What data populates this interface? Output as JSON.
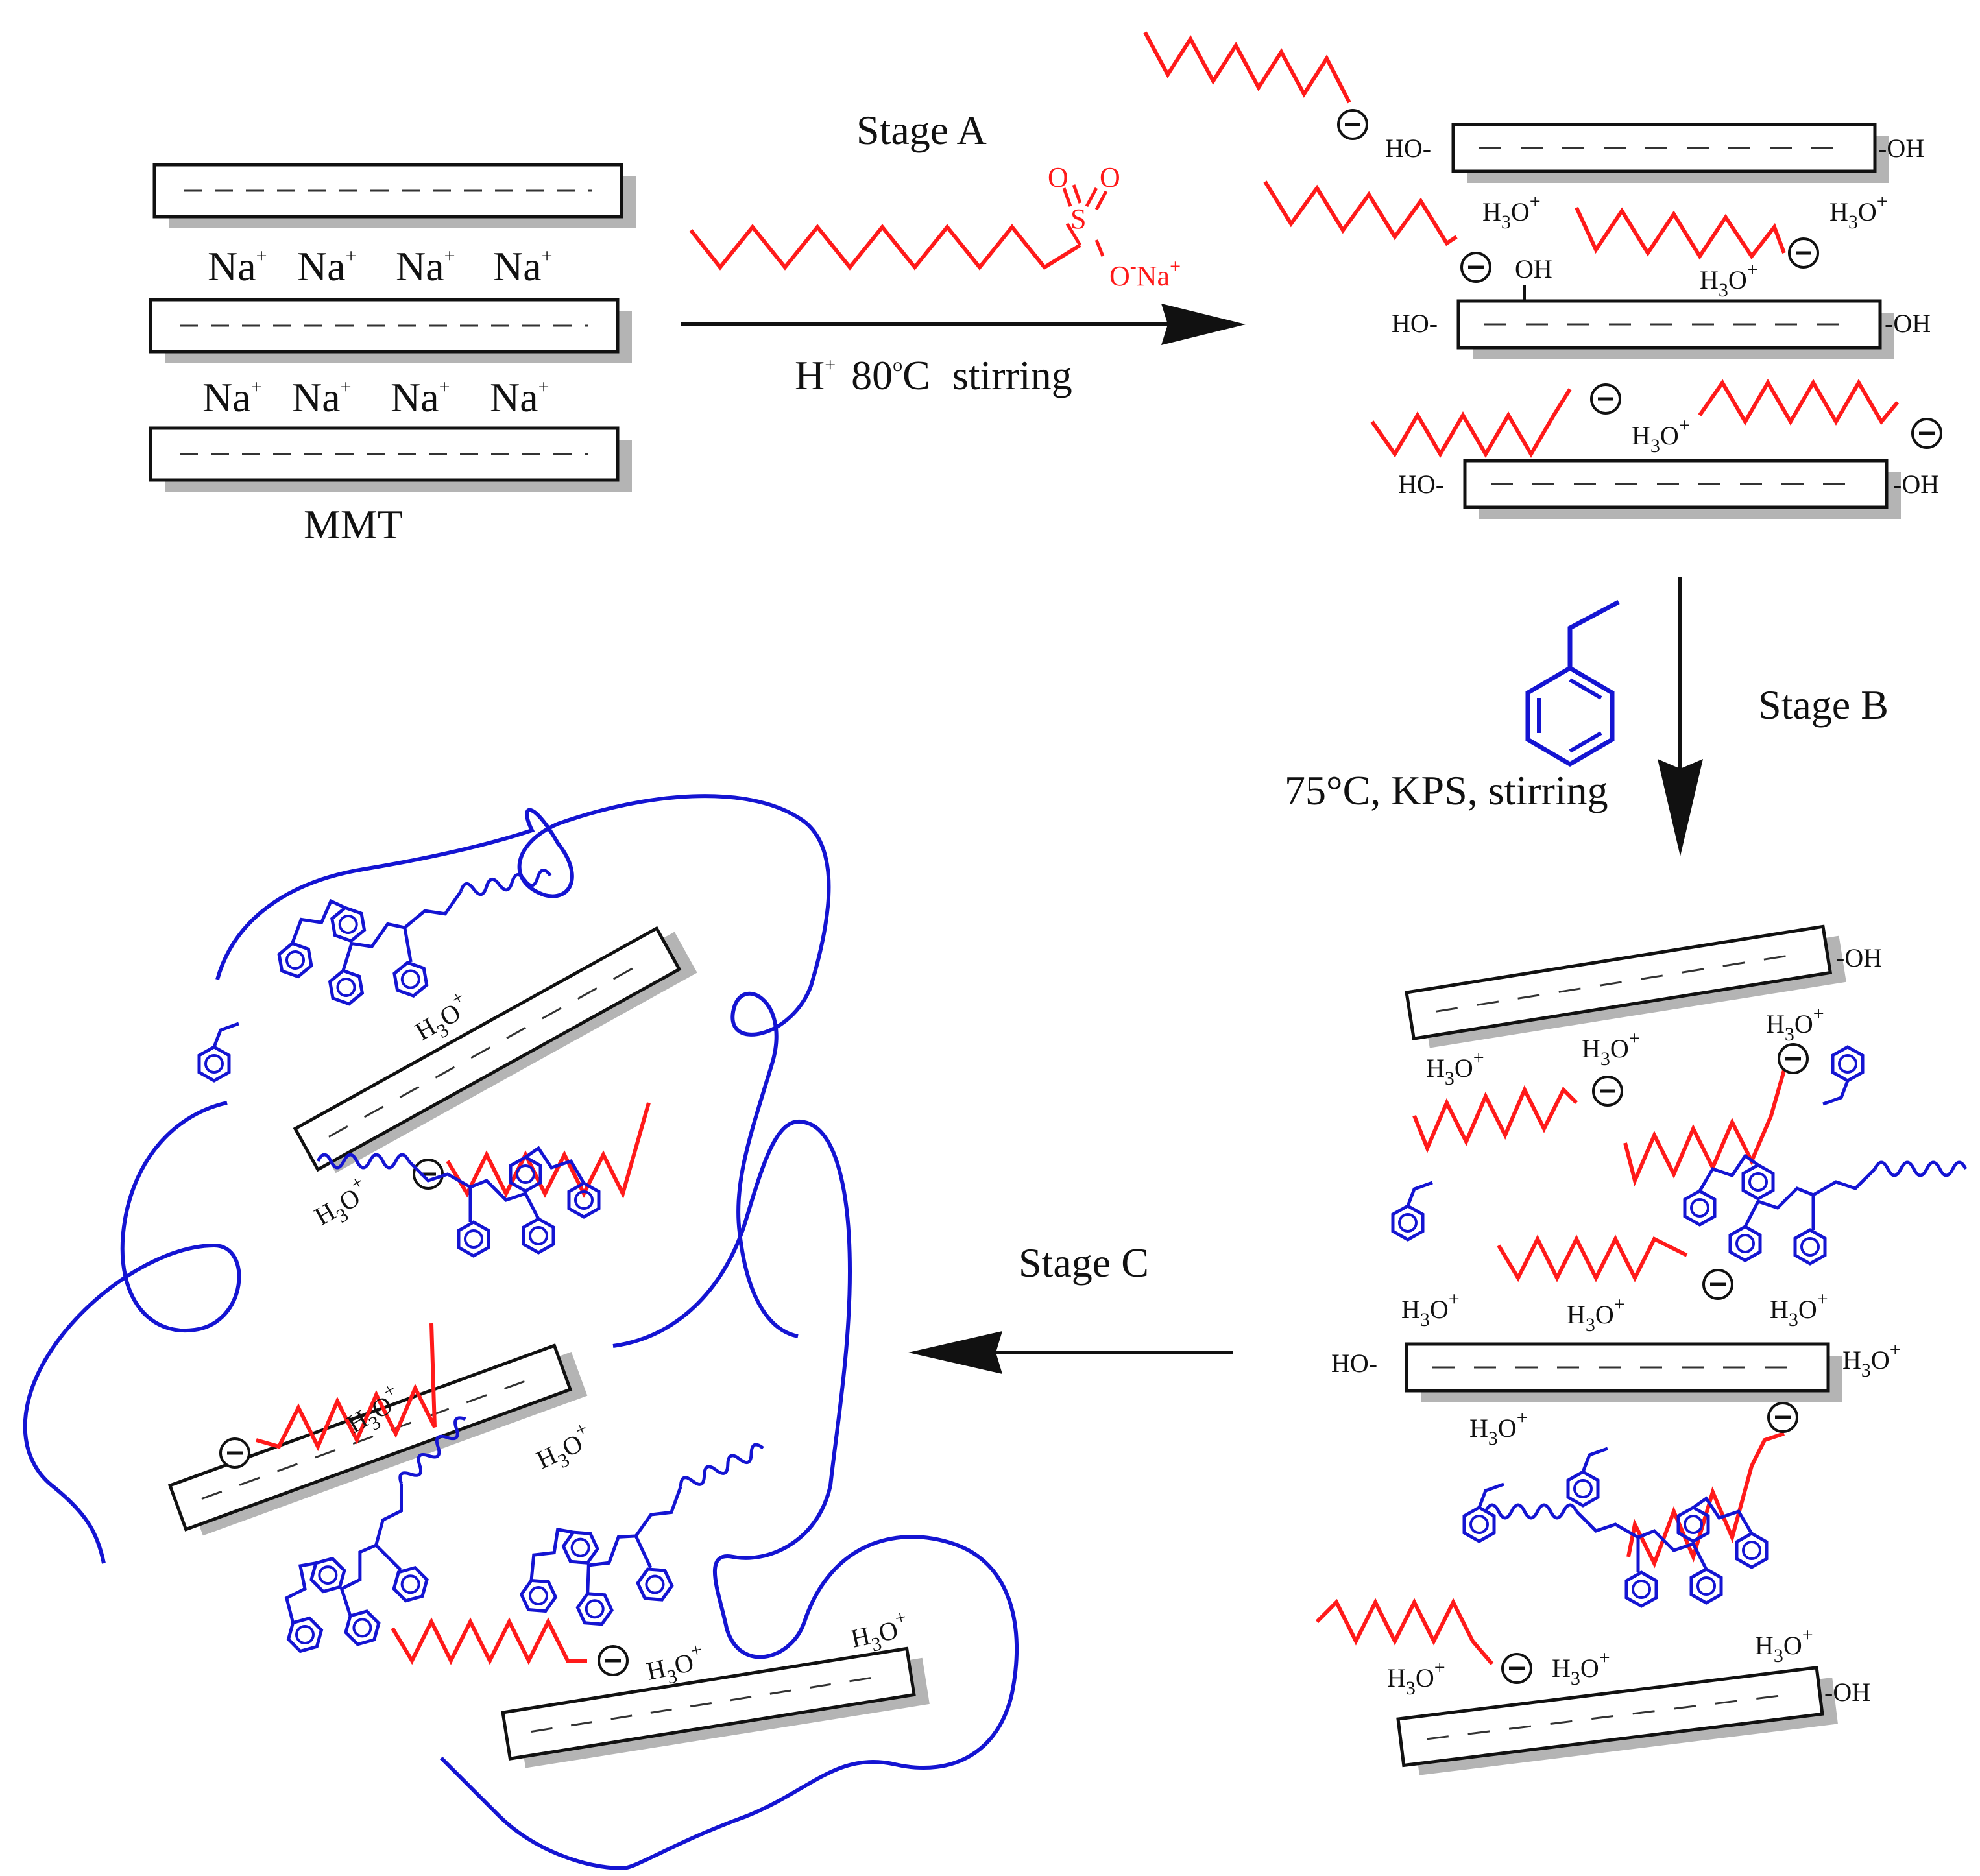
{
  "colors": {
    "surfactant": "#ff1a1a",
    "polymer": "#1414d2",
    "ink": "#111111",
    "shadow": "#b4b4b4"
  },
  "icons": {
    "charge": "negative-charge-circle-icon",
    "styrene": "styrene-monomer-icon",
    "clay": "clay-platelet-icon"
  },
  "mmt": {
    "label": "MMT",
    "counterion": "Na",
    "counterion_charge": "+"
  },
  "stage_a": {
    "title": "Stage A",
    "conditions_acid": "H",
    "acid_charge": "+",
    "temperature_value": "80",
    "degree": "o",
    "temperature_unit": "C",
    "action": "stirring",
    "sulfonate": {
      "atom_s": "S",
      "atom_o": "O",
      "anion_o": "O",
      "minus": "-",
      "cation": "Na",
      "cation_charge": "+"
    }
  },
  "stage_b": {
    "title": "Stage B",
    "conditions": "75°C, KPS, stirring"
  },
  "stage_c": {
    "title": "Stage C"
  },
  "labels": {
    "hydroxyl_left": "HO-",
    "hydroxyl_right": "-OH",
    "hydroxyl_top": "OH",
    "hydronium_h": "H",
    "hydronium_3": "3",
    "hydronium_o": "O",
    "hydronium_plus": "+"
  }
}
